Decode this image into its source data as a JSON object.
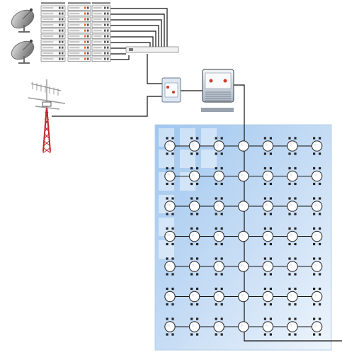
{
  "diagram": {
    "colors": {
      "background": "#ffffff",
      "wire": "#111111",
      "panel_light": "#eef5fc",
      "panel_mid": "#c9def5",
      "panel_dark": "#9ec6ef",
      "rack_border": "#666666",
      "rack_fill": "#f7f7f7",
      "dish": "#6d6d6d",
      "tower_red": "#c0282b",
      "tower_grey": "#9a9a9a",
      "device_fill": "#dfe8f2",
      "device_dark": "#555b63",
      "indicator_red": "#d23a2a",
      "outlet_fill": "#ffffff",
      "outlet_stroke": "#333333"
    },
    "components": {
      "satellite_dishes": {
        "count": 2,
        "icon": "satellite-dish-icon"
      },
      "receiver_rack": {
        "columns": 3,
        "rows": 10
      },
      "terrestrial_antenna": {
        "icon": "antenna-tower-icon"
      },
      "combiner": {
        "icon": "combiner-icon"
      },
      "amplifier": {
        "icon": "amplifier-icon"
      },
      "distribution_panel": {
        "outlet_rows": 7,
        "outlet_columns": 7
      }
    }
  }
}
